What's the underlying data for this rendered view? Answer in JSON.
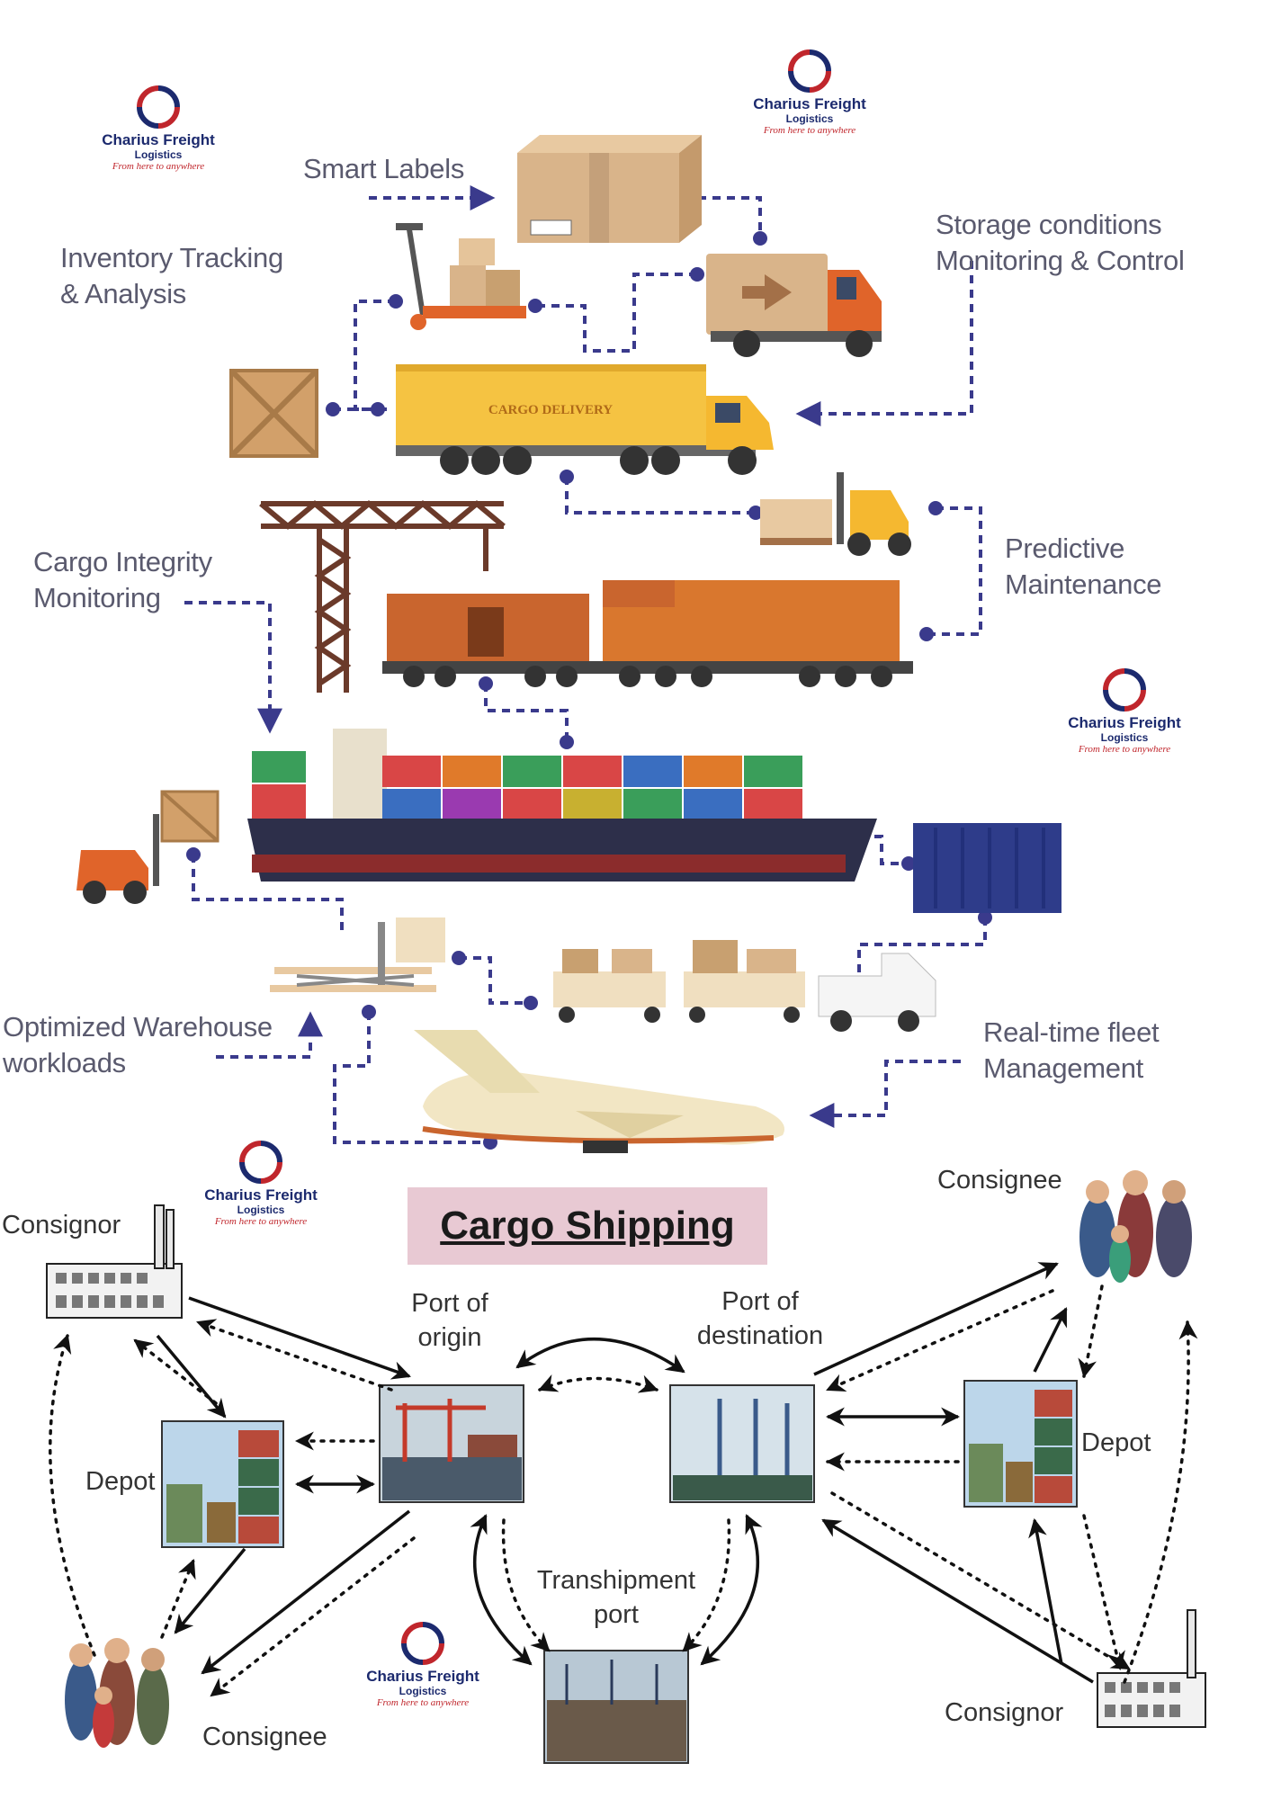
{
  "brand": {
    "name": "Charius Freight",
    "sub": "Logistics",
    "tagline": "From here to anywhere",
    "colors": {
      "navy": "#1c2a6e",
      "red": "#c0262c"
    }
  },
  "top_diagram": {
    "labels": {
      "smart_labels": "Smart Labels",
      "inventory": "Inventory Tracking\n& Analysis",
      "storage": "Storage conditions\nMonitoring & Control",
      "integrity": "Cargo Integrity\nMonitoring",
      "predictive": "Predictive\nMaintenance",
      "warehouse": "Optimized Warehouse\nworkloads",
      "fleet": "Real-time fleet\nManagement"
    },
    "truck_sign": "CARGO DELIVERY",
    "colors": {
      "dash": "#3a3a8c",
      "label": "#5a5a6e"
    }
  },
  "bottom_diagram": {
    "title": "Cargo Shipping",
    "nodes": {
      "consignor_left": "Consignor",
      "depot_left": "Depot",
      "consignee_left": "Consignee",
      "port_origin": "Port of\norigin",
      "port_destination": "Port of\ndestination",
      "transhipment": "Transhipment\nport",
      "consignee_right": "Consignee",
      "depot_right": "Depot",
      "consignor_right": "Consignor"
    }
  }
}
